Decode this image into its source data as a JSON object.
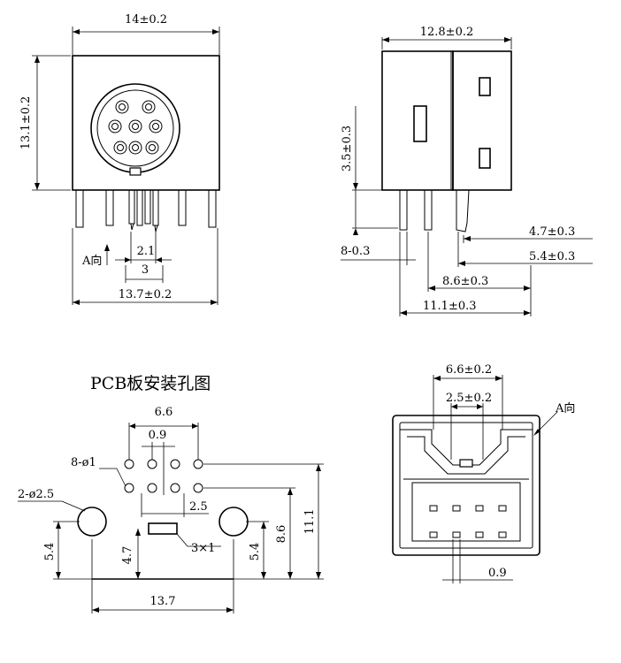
{
  "views": {
    "front": {
      "top_width": "14±0.2",
      "height": "13.1±0.2",
      "pin_pitch": "2.1",
      "pin_span": "3",
      "bottom_width": "13.7±0.2",
      "direction_label": "A向"
    },
    "side": {
      "top_width": "12.8±0.2",
      "height": "3.5±0.3",
      "pin_width": "8-0.3",
      "dim_a": "4.7±0.3",
      "dim_b": "5.4±0.3",
      "dim_c": "8.6±0.3",
      "dim_d": "11.1±0.3"
    },
    "pcb": {
      "title": "PCB板安装孔图",
      "width_holes": "6.6",
      "pitch": "0.9",
      "hole_spec": "8-ø1",
      "post_spec": "2-ø2.5",
      "row_gap": "2.5",
      "slot": "3×1",
      "left_height": "5.4",
      "center_height": "4.7",
      "right_height": "5.4",
      "height_86": "8.6",
      "height_111": "11.1",
      "bottom_width": "13.7"
    },
    "bottom": {
      "width_top": "6.6±0.2",
      "width_mid": "2.5±0.2",
      "direction_label": "A向",
      "pitch": "0.9"
    }
  }
}
